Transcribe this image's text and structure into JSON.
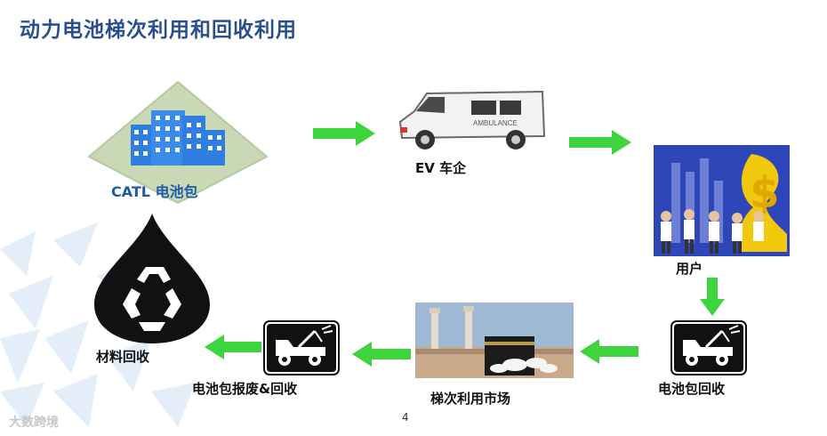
{
  "title": "动力电池梯次利用和回收利用",
  "nodes": {
    "catl": {
      "label": "CATL 电池包"
    },
    "ev": {
      "label": "EV 车企"
    },
    "user": {
      "label": "用户"
    },
    "pack_recycle": {
      "label": "电池包回收"
    },
    "cascade_market": {
      "label": "梯次利用市场"
    },
    "scrap_recycle": {
      "label": "电池包报废&回收"
    },
    "material_recycle": {
      "label": "材料回收"
    }
  },
  "van_text": "AMBULANCE",
  "page_number": "4",
  "watermark": "大数跨境",
  "colors": {
    "title": "#2a4f8f",
    "arrow": "#3ed43e",
    "catl_label": "#1f5aa6",
    "building": "#2f7fe0",
    "diamond": "#c9d9b6"
  }
}
